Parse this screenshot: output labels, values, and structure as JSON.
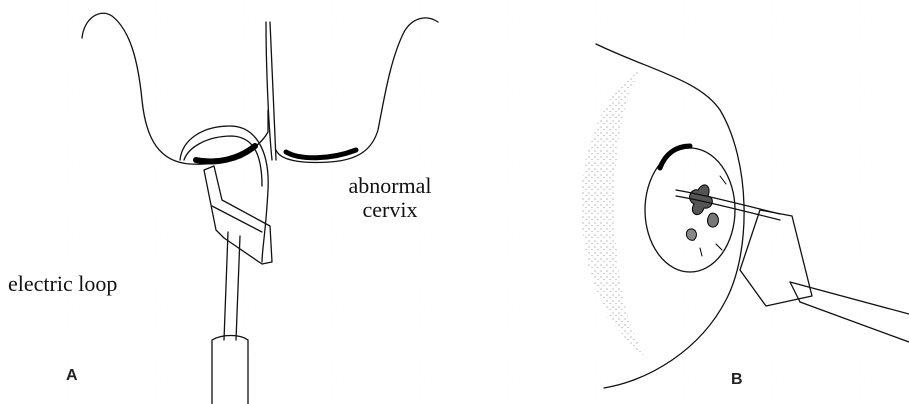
{
  "labels": {
    "abnormal": "abnormal",
    "cervix": "cervix",
    "electric_loop": "electric loop",
    "panel_a": "A",
    "panel_b": "B"
  },
  "figures": {
    "panel_a": "side view of cervix with electric loop",
    "panel_b": "frontal view of cervix with loop excision"
  },
  "colors": {
    "ink": "#111111",
    "shade": "#444444",
    "background": "#ffffff"
  }
}
